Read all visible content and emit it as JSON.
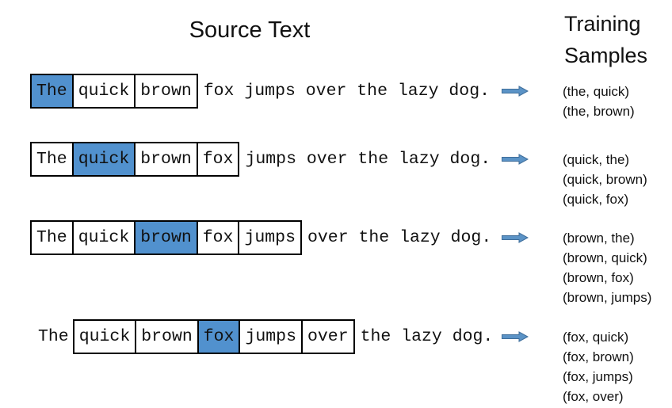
{
  "titles": {
    "source": "Source Text",
    "training_line1": "Training",
    "training_line2": "Samples"
  },
  "colors": {
    "highlight_fill": "#5191ce",
    "box_border": "#000000",
    "arrow_fill": "#5b93c6",
    "arrow_stroke": "#3f6e9b",
    "text": "#111111"
  },
  "sentence": "The quick brown fox jumps over the lazy dog.",
  "rows": [
    {
      "tokens": [
        {
          "text": "The",
          "boxed": true,
          "highlighted": true
        },
        {
          "text": "quick",
          "boxed": true,
          "highlighted": false
        },
        {
          "text": "brown",
          "boxed": true,
          "highlighted": false
        },
        {
          "text": "fox jumps over the lazy dog.",
          "boxed": false,
          "highlighted": false
        }
      ],
      "samples": [
        "(the, quick)",
        "(the, brown)"
      ]
    },
    {
      "tokens": [
        {
          "text": "The",
          "boxed": true,
          "highlighted": false
        },
        {
          "text": "quick",
          "boxed": true,
          "highlighted": true
        },
        {
          "text": "brown",
          "boxed": true,
          "highlighted": false
        },
        {
          "text": "fox",
          "boxed": true,
          "highlighted": false
        },
        {
          "text": "jumps over the lazy dog.",
          "boxed": false,
          "highlighted": false
        }
      ],
      "samples": [
        "(quick, the)",
        "(quick, brown)",
        "(quick, fox)"
      ]
    },
    {
      "tokens": [
        {
          "text": "The",
          "boxed": true,
          "highlighted": false
        },
        {
          "text": "quick",
          "boxed": true,
          "highlighted": false
        },
        {
          "text": "brown",
          "boxed": true,
          "highlighted": true
        },
        {
          "text": "fox",
          "boxed": true,
          "highlighted": false
        },
        {
          "text": "jumps",
          "boxed": true,
          "highlighted": false
        },
        {
          "text": "over the lazy dog.",
          "boxed": false,
          "highlighted": false
        }
      ],
      "samples": [
        "(brown, the)",
        "(brown, quick)",
        "(brown, fox)",
        "(brown, jumps)"
      ]
    },
    {
      "tokens": [
        {
          "text": "The",
          "boxed": false,
          "highlighted": false
        },
        {
          "text": "quick",
          "boxed": true,
          "highlighted": false
        },
        {
          "text": "brown",
          "boxed": true,
          "highlighted": false
        },
        {
          "text": "fox",
          "boxed": true,
          "highlighted": true
        },
        {
          "text": "jumps",
          "boxed": true,
          "highlighted": false
        },
        {
          "text": "over",
          "boxed": true,
          "highlighted": false
        },
        {
          "text": "the lazy dog.",
          "boxed": false,
          "highlighted": false
        }
      ],
      "samples": [
        "(fox, quick)",
        "(fox, brown)",
        "(fox, jumps)",
        "(fox, over)"
      ]
    }
  ]
}
